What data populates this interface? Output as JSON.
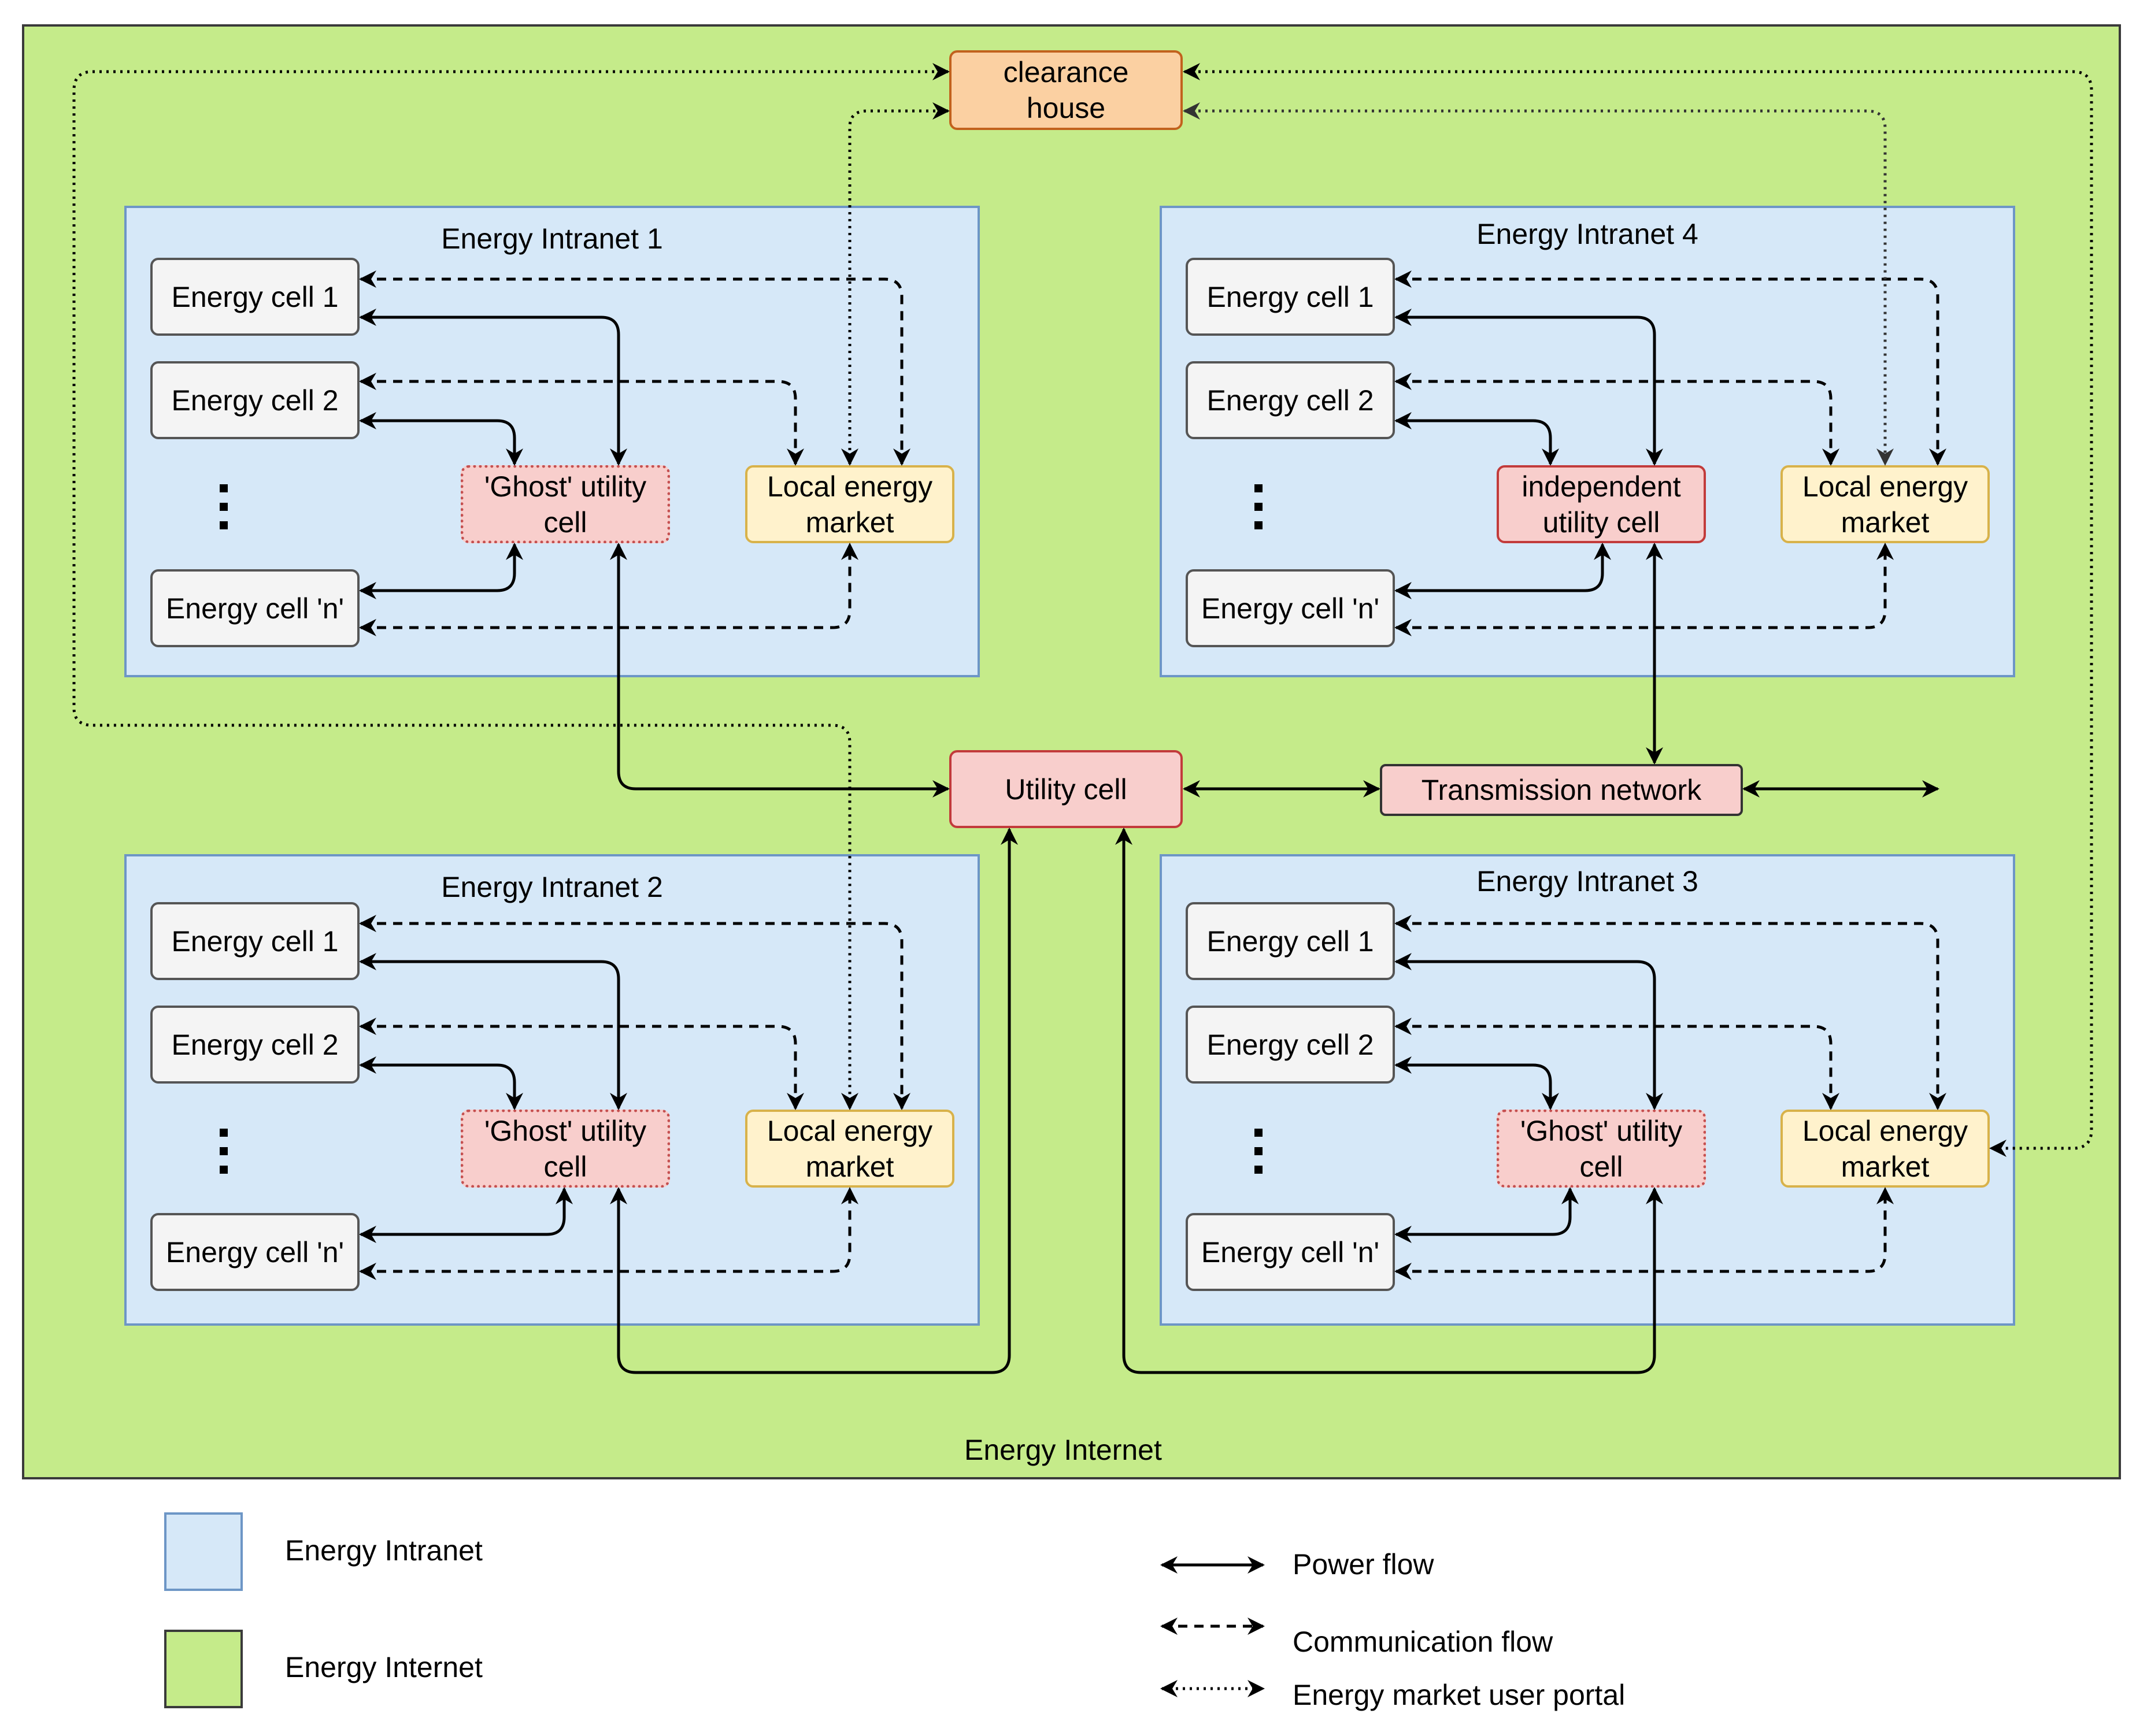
{
  "diagram": {
    "energy_internet_label": "Energy Internet",
    "clearance_house": "clearance house",
    "utility_cell": "Utility cell",
    "transmission_network": "Transmission network",
    "intranets": [
      {
        "title": "Energy Intranet 1",
        "cells": [
          "Energy cell 1",
          "Energy cell 2",
          "Energy cell 'n'"
        ],
        "utility": "'Ghost' utility cell",
        "utility_kind": "ghost",
        "market": "Local energy market"
      },
      {
        "title": "Energy Intranet 4",
        "cells": [
          "Energy cell 1",
          "Energy cell 2",
          "Energy cell 'n'"
        ],
        "utility": "independent utility cell",
        "utility_kind": "independent",
        "market": "Local energy market"
      },
      {
        "title": "Energy Intranet 2",
        "cells": [
          "Energy cell 1",
          "Energy cell 2",
          "Energy cell 'n'"
        ],
        "utility": "'Ghost' utility cell",
        "utility_kind": "ghost",
        "market": "Local energy market"
      },
      {
        "title": "Energy Intranet 3",
        "cells": [
          "Energy cell 1",
          "Energy cell 2",
          "Energy cell 'n'"
        ],
        "utility": "'Ghost' utility cell",
        "utility_kind": "ghost",
        "market": "Local energy market"
      }
    ]
  },
  "legend": {
    "energy_intranet": "Energy Intranet",
    "energy_internet": "Energy Internet",
    "power_flow": "Power flow",
    "communication_flow": "Communication flow",
    "market_user_portal": "Energy market user portal"
  },
  "colors": {
    "internet_fill": "#c5eb8a",
    "intranet_fill": "#d6e8f8",
    "ghost_fill": "#f8cecc",
    "market_fill": "#fff2cc",
    "clearance_fill": "#fbd0a2"
  }
}
